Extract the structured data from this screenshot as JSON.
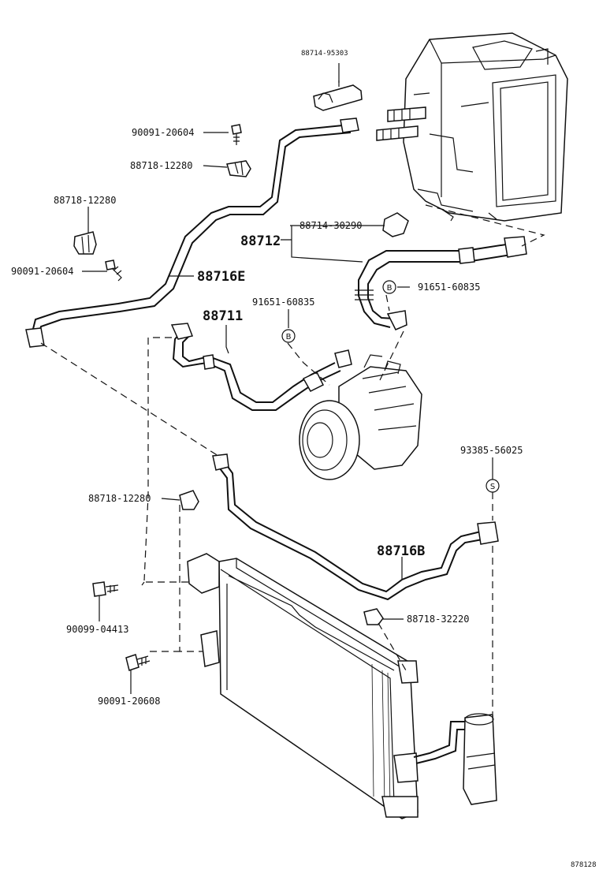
{
  "labels": {
    "p_88714_95303": "88714-95303",
    "p_90091_20604_top": "90091-20604",
    "p_88718_12280_top": "88718-12280",
    "p_88718_12280_left": "88718-12280",
    "p_90091_20604_left": "90091-20604",
    "p_88712": "88712",
    "p_88714_30290": "88714-30290",
    "p_91651_60835_right": "91651-60835",
    "p_88716E": "88716E",
    "p_91651_60835_mid": "91651-60835",
    "p_88711": "88711",
    "p_93385_56025": "93385-56025",
    "p_88718_12280_mid": "88718-12280",
    "p_88716B": "88716B",
    "p_90099_04413": "90099-04413",
    "p_88718_32220": "88718-32220",
    "p_90091_20608": "90091-20608",
    "ref_code": "878128"
  },
  "callouts": {
    "b_right": "B",
    "b_mid": "B",
    "s_right": "S"
  }
}
